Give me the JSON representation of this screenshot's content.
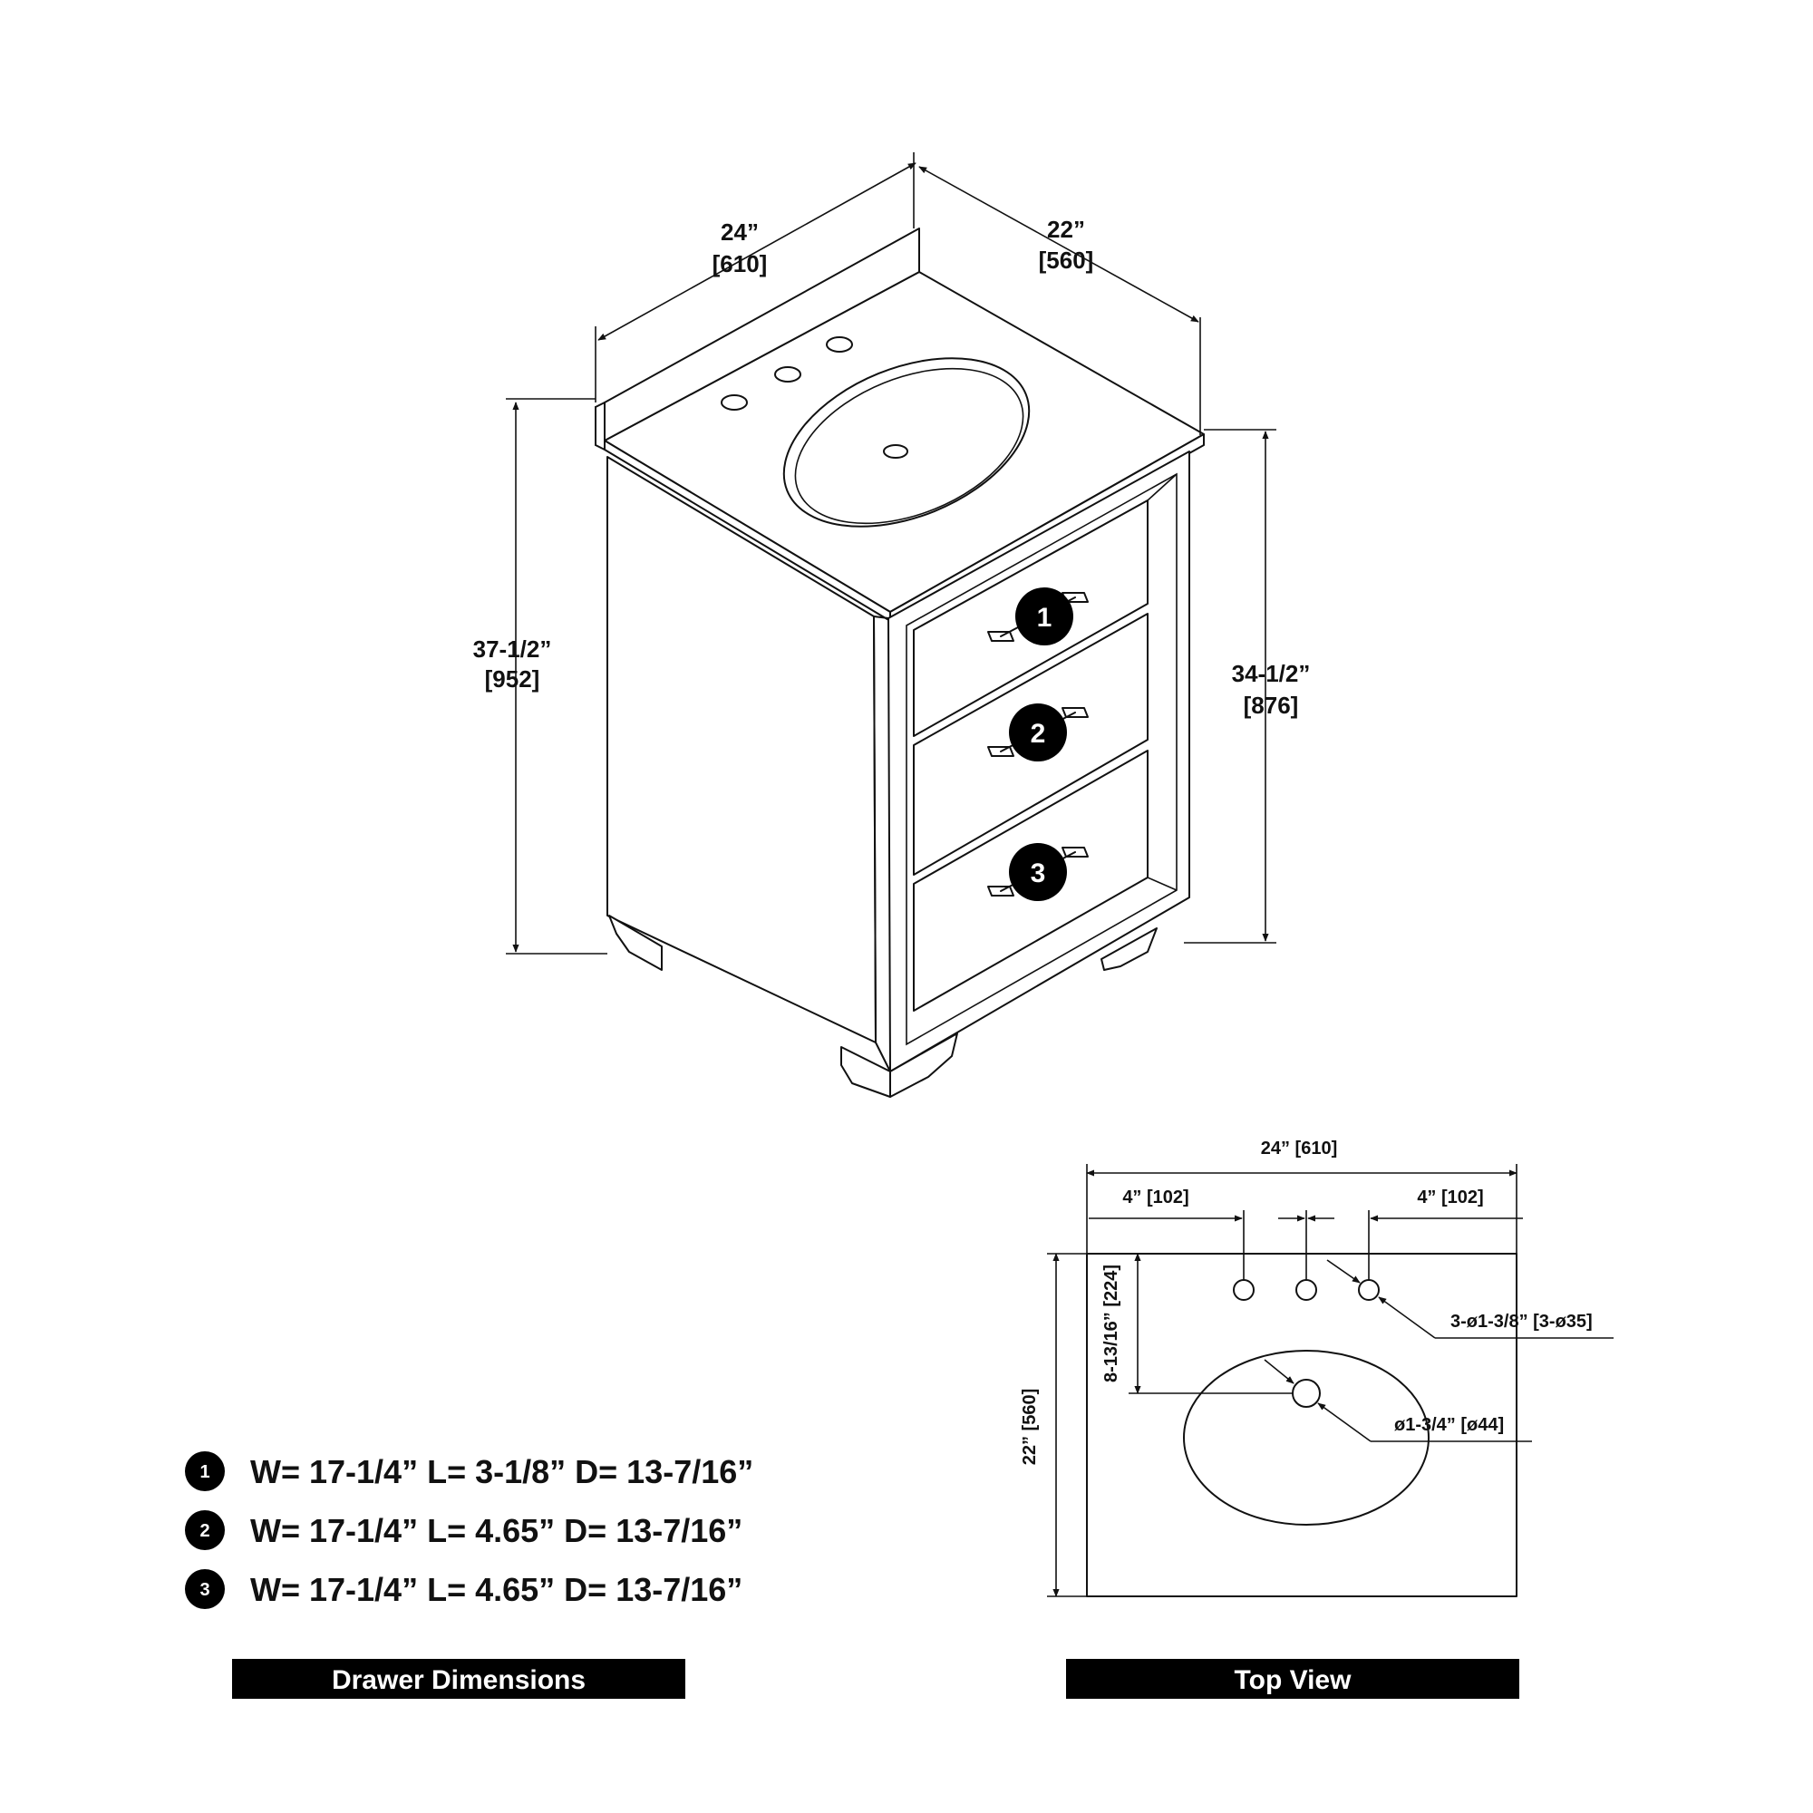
{
  "iso": {
    "width": "24”",
    "width_mm": "[610]",
    "depth": "22”",
    "depth_mm": "[560]",
    "height_total": "37-1/2”",
    "height_total_mm": "[952]",
    "height_cabinet": "34-1/2”",
    "height_cabinet_mm": "[876]",
    "drawer_badges": [
      "1",
      "2",
      "3"
    ]
  },
  "drawer_dimensions": {
    "rows": [
      {
        "num": "1",
        "text": "W= 17-1/4” L= 3-1/8” D= 13-7/16”"
      },
      {
        "num": "2",
        "text": "W= 17-1/4” L= 4.65” D= 13-7/16”"
      },
      {
        "num": "3",
        "text": "W= 17-1/4” L= 4.65” D= 13-7/16”"
      }
    ],
    "banner": "Drawer Dimensions"
  },
  "top_view": {
    "width": "24” [610]",
    "left_offset": "4” [102]",
    "right_offset": "4” [102]",
    "depth": "22” [560]",
    "drain_offset": "8-13/16” [224]",
    "faucet_holes": "3-ø1-3/8” [3-ø35]",
    "drain_hole": "ø1-3/4” [ø44]",
    "banner": "Top View"
  },
  "colors": {
    "ink": "#111111",
    "banner_bg": "#000000",
    "banner_text": "#ffffff",
    "paper": "#ffffff"
  }
}
